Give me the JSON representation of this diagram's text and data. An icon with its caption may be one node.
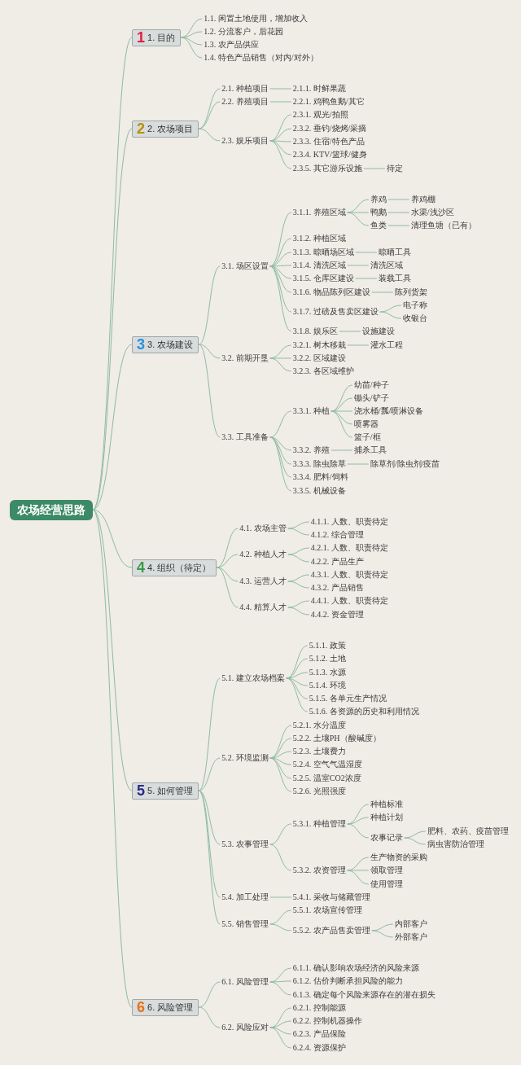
{
  "diagram": {
    "nodes": [
      {
        "text": [
          "农场经营思路"
        ]
      },
      {
        "text": [
          "1",
          "1. 目的"
        ]
      },
      {
        "text": [
          "1.1. 闲置土地使用，增加收入"
        ]
      },
      {
        "text": [
          "1.2. 分流客户，后花园"
        ]
      },
      {
        "text": [
          "1.3. 农产品供应"
        ]
      },
      {
        "text": [
          "1.4. 特色产品销售（对内/对外）"
        ]
      },
      {
        "text": [
          "2",
          "2. 农场项目"
        ]
      },
      {
        "text": [
          "2.1. 种植项目"
        ]
      },
      {
        "text": [
          "2.1.1. 时鲜果蔬"
        ]
      },
      {
        "text": [
          "2.2. 养殖项目"
        ]
      },
      {
        "text": [
          "2.2.1. 鸡鸭鱼鹅/其它"
        ]
      },
      {
        "text": [
          "2.3. 娱乐项目"
        ]
      },
      {
        "text": [
          "2.3.1. 观光/拍照"
        ]
      },
      {
        "text": [
          "2.3.2. 垂钓/烧烤/采摘"
        ]
      },
      {
        "text": [
          "2.3.3. 住宿/特色产品"
        ]
      },
      {
        "text": [
          "2.3.4. KTV/篮球/健身"
        ]
      },
      {
        "text": [
          "2.3.5. 其它游乐设施"
        ]
      },
      {
        "text": [
          "待定"
        ]
      },
      {
        "text": [
          "3",
          "3. 农场建设"
        ]
      },
      {
        "text": [
          "3.1. 场区设置"
        ]
      },
      {
        "text": [
          "3.1.1. 养殖区域"
        ]
      },
      {
        "text": [
          "养鸡"
        ]
      },
      {
        "text": [
          "养鸡棚"
        ]
      },
      {
        "text": [
          "鸭鹅"
        ]
      },
      {
        "text": [
          "水渠/浅沙区"
        ]
      },
      {
        "text": [
          "鱼类"
        ]
      },
      {
        "text": [
          "清理鱼塘（已有）"
        ]
      },
      {
        "text": [
          "3.1.2. 种植区域"
        ]
      },
      {
        "text": [
          "3.1.3. 晾晒场区域"
        ]
      },
      {
        "text": [
          "晾晒工具"
        ]
      },
      {
        "text": [
          "3.1.4. 清洗区域"
        ]
      },
      {
        "text": [
          "清洗区域"
        ]
      },
      {
        "text": [
          "3.1.5. 仓库区建设"
        ]
      },
      {
        "text": [
          "装载工具"
        ]
      },
      {
        "text": [
          "3.1.6. 物品陈列区建设"
        ]
      },
      {
        "text": [
          "陈列货架"
        ]
      },
      {
        "text": [
          "3.1.7. 过磅及售卖区建设"
        ]
      },
      {
        "text": [
          "电子称"
        ]
      },
      {
        "text": [
          "收银台"
        ]
      },
      {
        "text": [
          "3.1.8. 娱乐区"
        ]
      },
      {
        "text": [
          "设施建设"
        ]
      },
      {
        "text": [
          "3.2. 前期开垦"
        ]
      },
      {
        "text": [
          "3.2.1. 树木移栽"
        ]
      },
      {
        "text": [
          "灌水工程"
        ]
      },
      {
        "text": [
          "3.2.2. 区域建设"
        ]
      },
      {
        "text": [
          "3.2.3. 各区域维护"
        ]
      },
      {
        "text": [
          "3.3. 工具准备"
        ]
      },
      {
        "text": [
          "3.3.1. 种植"
        ]
      },
      {
        "text": [
          "幼苗/种子"
        ]
      },
      {
        "text": [
          "锄头/铲子"
        ]
      },
      {
        "text": [
          "浇水桶/瓢/喷淋设备"
        ]
      },
      {
        "text": [
          "喷雾器"
        ]
      },
      {
        "text": [
          "篮子/框"
        ]
      },
      {
        "text": [
          "3.3.2. 养殖"
        ]
      },
      {
        "text": [
          "捕杀工具"
        ]
      },
      {
        "text": [
          "3.3.3. 除虫除草"
        ]
      },
      {
        "text": [
          "除草剂/除虫剂/疫苗"
        ]
      },
      {
        "text": [
          "3.3.4. 肥料/饲料"
        ]
      },
      {
        "text": [
          "3.3.5. 机械设备"
        ]
      },
      {
        "text": [
          "4",
          "4. 组织（待定）"
        ]
      },
      {
        "text": [
          "4.1. 农场主管"
        ]
      },
      {
        "text": [
          "4.1.1. 人数、职责待定"
        ]
      },
      {
        "text": [
          "4.1.2. 综合管理"
        ]
      },
      {
        "text": [
          "4.2. 种植人才"
        ]
      },
      {
        "text": [
          "4.2.1. 人数、职责待定"
        ]
      },
      {
        "text": [
          "4.2.2. 产品生产"
        ]
      },
      {
        "text": [
          "4.3. 运营人才"
        ]
      },
      {
        "text": [
          "4.3.1. 人数、职责待定"
        ]
      },
      {
        "text": [
          "4.3.2. 产品销售"
        ]
      },
      {
        "text": [
          "4.4. 精算人才"
        ]
      },
      {
        "text": [
          "4.4.1. 人数、职责待定"
        ]
      },
      {
        "text": [
          "4.4.2. 资金管理"
        ]
      },
      {
        "text": [
          "5",
          "5. 如何管理"
        ]
      },
      {
        "text": [
          "5.1. 建立农场档案"
        ]
      },
      {
        "text": [
          "5.1.1. 政策"
        ]
      },
      {
        "text": [
          "5.1.2. 土地"
        ]
      },
      {
        "text": [
          "5.1.3. 水源"
        ]
      },
      {
        "text": [
          "5.1.4. 环境"
        ]
      },
      {
        "text": [
          "5.1.5. 各单元生产情况"
        ]
      },
      {
        "text": [
          "5.1.6. 各资源的历史和利用情况"
        ]
      },
      {
        "text": [
          "5.2. 环境监测"
        ]
      },
      {
        "text": [
          "5.2.1. 水分温度"
        ]
      },
      {
        "text": [
          "5.2.2. 土壤PH（酸碱度）"
        ]
      },
      {
        "text": [
          "5.2.3. 土壤费力"
        ]
      },
      {
        "text": [
          "5.2.4. 空气气温湿度"
        ]
      },
      {
        "text": [
          "5.2.5. 温室CO2浓度"
        ]
      },
      {
        "text": [
          "5.2.6. 光照强度"
        ]
      },
      {
        "text": [
          "5.3. 农事管理"
        ]
      },
      {
        "text": [
          "5.3.1. 种植管理"
        ]
      },
      {
        "text": [
          "种植标准"
        ]
      },
      {
        "text": [
          "种植计划"
        ]
      },
      {
        "text": [
          "农事记录"
        ]
      },
      {
        "text": [
          "肥料、农药、疫苗管理"
        ]
      },
      {
        "text": [
          "病虫害防治管理"
        ]
      },
      {
        "text": [
          "5.3.2. 农资管理"
        ]
      },
      {
        "text": [
          "生产物资的采购"
        ]
      },
      {
        "text": [
          "领取管理"
        ]
      },
      {
        "text": [
          "使用管理"
        ]
      },
      {
        "text": [
          "5.4. 加工处理"
        ]
      },
      {
        "text": [
          "5.4.1. 采收与储藏管理"
        ]
      },
      {
        "text": [
          "5.5. 销售管理"
        ]
      },
      {
        "text": [
          "5.5.1. 农场宣传管理"
        ]
      },
      {
        "text": [
          "5.5.2. 农产品售卖管理"
        ]
      },
      {
        "text": [
          "内部客户"
        ]
      },
      {
        "text": [
          "外部客户"
        ]
      },
      {
        "text": [
          "6",
          "6. 风险管理"
        ]
      },
      {
        "text": [
          "6.1. 风险管理"
        ]
      },
      {
        "text": [
          "6.1.1. 确认影响农场经济的风险来源"
        ]
      },
      {
        "text": [
          "6.1.2. 估价判断承担风险的能力"
        ]
      },
      {
        "text": [
          "6.1.3. 确定每个风险来源存在的潜在损失"
        ]
      },
      {
        "text": [
          "6.2. 风险应对"
        ]
      },
      {
        "text": [
          "6.2.1. 控制能源"
        ]
      },
      {
        "text": [
          "6.2.2. 控制机器操作"
        ]
      },
      {
        "text": [
          "6.2.3. 产品保险"
        ]
      },
      {
        "text": [
          "6.2.4. 资源保护"
        ]
      }
    ],
    "edges": [
      {
        "from": 0,
        "to": 1,
        "arrow": "none"
      },
      {
        "from": 1,
        "to": 2,
        "arrow": "none"
      },
      {
        "from": 1,
        "to": 3,
        "arrow": "none"
      },
      {
        "from": 1,
        "to": 4,
        "arrow": "none"
      },
      {
        "from": 1,
        "to": 5,
        "arrow": "none"
      },
      {
        "from": 0,
        "to": 6,
        "arrow": "none"
      },
      {
        "from": 6,
        "to": 7,
        "arrow": "none"
      },
      {
        "from": 7,
        "to": 8,
        "arrow": "none"
      },
      {
        "from": 6,
        "to": 9,
        "arrow": "none"
      },
      {
        "from": 9,
        "to": 10,
        "arrow": "none"
      },
      {
        "from": 6,
        "to": 11,
        "arrow": "none"
      },
      {
        "from": 11,
        "to": 12,
        "arrow": "none"
      },
      {
        "from": 11,
        "to": 13,
        "arrow": "none"
      },
      {
        "from": 11,
        "to": 14,
        "arrow": "none"
      },
      {
        "from": 11,
        "to": 15,
        "arrow": "none"
      },
      {
        "from": 11,
        "to": 16,
        "arrow": "none"
      },
      {
        "from": 16,
        "to": 17,
        "arrow": "none"
      },
      {
        "from": 0,
        "to": 18,
        "arrow": "none"
      },
      {
        "from": 18,
        "to": 19,
        "arrow": "none"
      },
      {
        "from": 19,
        "to": 20,
        "arrow": "none"
      },
      {
        "from": 20,
        "to": 21,
        "arrow": "none"
      },
      {
        "from": 21,
        "to": 22,
        "arrow": "none"
      },
      {
        "from": 20,
        "to": 23,
        "arrow": "none"
      },
      {
        "from": 23,
        "to": 24,
        "arrow": "none"
      },
      {
        "from": 20,
        "to": 25,
        "arrow": "none"
      },
      {
        "from": 25,
        "to": 26,
        "arrow": "none"
      },
      {
        "from": 19,
        "to": 27,
        "arrow": "none"
      },
      {
        "from": 19,
        "to": 28,
        "arrow": "none"
      },
      {
        "from": 28,
        "to": 29,
        "arrow": "none"
      },
      {
        "from": 19,
        "to": 30,
        "arrow": "none"
      },
      {
        "from": 30,
        "to": 31,
        "arrow": "none"
      },
      {
        "from": 19,
        "to": 32,
        "arrow": "none"
      },
      {
        "from": 32,
        "to": 33,
        "arrow": "none"
      },
      {
        "from": 19,
        "to": 34,
        "arrow": "none"
      },
      {
        "from": 34,
        "to": 35,
        "arrow": "none"
      },
      {
        "from": 19,
        "to": 36,
        "arrow": "none"
      },
      {
        "from": 36,
        "to": 37,
        "arrow": "none"
      },
      {
        "from": 36,
        "to": 38,
        "arrow": "none"
      },
      {
        "from": 19,
        "to": 39,
        "arrow": "none"
      },
      {
        "from": 39,
        "to": 40,
        "arrow": "none"
      },
      {
        "from": 18,
        "to": 41,
        "arrow": "none"
      },
      {
        "from": 41,
        "to": 42,
        "arrow": "none"
      },
      {
        "from": 42,
        "to": 43,
        "arrow": "none"
      },
      {
        "from": 41,
        "to": 44,
        "arrow": "none"
      },
      {
        "from": 41,
        "to": 45,
        "arrow": "none"
      },
      {
        "from": 18,
        "to": 46,
        "arrow": "none"
      },
      {
        "from": 46,
        "to": 47,
        "arrow": "none"
      },
      {
        "from": 47,
        "to": 48,
        "arrow": "none"
      },
      {
        "from": 47,
        "to": 49,
        "arrow": "none"
      },
      {
        "from": 47,
        "to": 50,
        "arrow": "none"
      },
      {
        "from": 47,
        "to": 51,
        "arrow": "none"
      },
      {
        "from": 47,
        "to": 52,
        "arrow": "none"
      },
      {
        "from": 46,
        "to": 53,
        "arrow": "none"
      },
      {
        "from": 53,
        "to": 54,
        "arrow": "none"
      },
      {
        "from": 46,
        "to": 55,
        "arrow": "none"
      },
      {
        "from": 55,
        "to": 56,
        "arrow": "none"
      },
      {
        "from": 46,
        "to": 57,
        "arrow": "none"
      },
      {
        "from": 46,
        "to": 58,
        "arrow": "none"
      },
      {
        "from": 0,
        "to": 59,
        "arrow": "none"
      },
      {
        "from": 59,
        "to": 60,
        "arrow": "none"
      },
      {
        "from": 60,
        "to": 61,
        "arrow": "none"
      },
      {
        "from": 60,
        "to": 62,
        "arrow": "none"
      },
      {
        "from": 59,
        "to": 63,
        "arrow": "none"
      },
      {
        "from": 63,
        "to": 64,
        "arrow": "none"
      },
      {
        "from": 63,
        "to": 65,
        "arrow": "none"
      },
      {
        "from": 59,
        "to": 66,
        "arrow": "none"
      },
      {
        "from": 66,
        "to": 67,
        "arrow": "none"
      },
      {
        "from": 66,
        "to": 68,
        "arrow": "none"
      },
      {
        "from": 59,
        "to": 69,
        "arrow": "none"
      },
      {
        "from": 69,
        "to": 70,
        "arrow": "none"
      },
      {
        "from": 69,
        "to": 71,
        "arrow": "none"
      },
      {
        "from": 0,
        "to": 72,
        "arrow": "none"
      },
      {
        "from": 72,
        "to": 73,
        "arrow": "none"
      },
      {
        "from": 73,
        "to": 74,
        "arrow": "none"
      },
      {
        "from": 73,
        "to": 75,
        "arrow": "none"
      },
      {
        "from": 73,
        "to": 76,
        "arrow": "none"
      },
      {
        "from": 73,
        "to": 77,
        "arrow": "none"
      },
      {
        "from": 73,
        "to": 78,
        "arrow": "none"
      },
      {
        "from": 73,
        "to": 79,
        "arrow": "none"
      },
      {
        "from": 72,
        "to": 80,
        "arrow": "none"
      },
      {
        "from": 80,
        "to": 81,
        "arrow": "none"
      },
      {
        "from": 80,
        "to": 82,
        "arrow": "none"
      },
      {
        "from": 80,
        "to": 83,
        "arrow": "none"
      },
      {
        "from": 80,
        "to": 84,
        "arrow": "none"
      },
      {
        "from": 80,
        "to": 85,
        "arrow": "none"
      },
      {
        "from": 80,
        "to": 86,
        "arrow": "none"
      },
      {
        "from": 72,
        "to": 87,
        "arrow": "none"
      },
      {
        "from": 87,
        "to": 88,
        "arrow": "none"
      },
      {
        "from": 88,
        "to": 89,
        "arrow": "none"
      },
      {
        "from": 88,
        "to": 90,
        "arrow": "none"
      },
      {
        "from": 88,
        "to": 91,
        "arrow": "none"
      },
      {
        "from": 91,
        "to": 92,
        "arrow": "none"
      },
      {
        "from": 91,
        "to": 93,
        "arrow": "none"
      },
      {
        "from": 87,
        "to": 94,
        "arrow": "none"
      },
      {
        "from": 94,
        "to": 95,
        "arrow": "none"
      },
      {
        "from": 94,
        "to": 96,
        "arrow": "none"
      },
      {
        "from": 94,
        "to": 97,
        "arrow": "none"
      },
      {
        "from": 72,
        "to": 98,
        "arrow": "none"
      },
      {
        "from": 98,
        "to": 99,
        "arrow": "none"
      },
      {
        "from": 72,
        "to": 100,
        "arrow": "none"
      },
      {
        "from": 100,
        "to": 101,
        "arrow": "none"
      },
      {
        "from": 100,
        "to": 102,
        "arrow": "none"
      },
      {
        "from": 102,
        "to": 103,
        "arrow": "none"
      },
      {
        "from": 102,
        "to": 104,
        "arrow": "none"
      },
      {
        "from": 0,
        "to": 105,
        "arrow": "none"
      },
      {
        "from": 105,
        "to": 106,
        "arrow": "none"
      },
      {
        "from": 106,
        "to": 107,
        "arrow": "none"
      },
      {
        "from": 106,
        "to": 108,
        "arrow": "none"
      },
      {
        "from": 106,
        "to": 109,
        "arrow": "none"
      },
      {
        "from": 105,
        "to": 110,
        "arrow": "none"
      },
      {
        "from": 110,
        "to": 111,
        "arrow": "none"
      },
      {
        "from": 110,
        "to": 112,
        "arrow": "none"
      },
      {
        "from": 110,
        "to": 113,
        "arrow": "none"
      },
      {
        "from": 110,
        "to": 114,
        "arrow": "none"
      }
    ]
  }
}
